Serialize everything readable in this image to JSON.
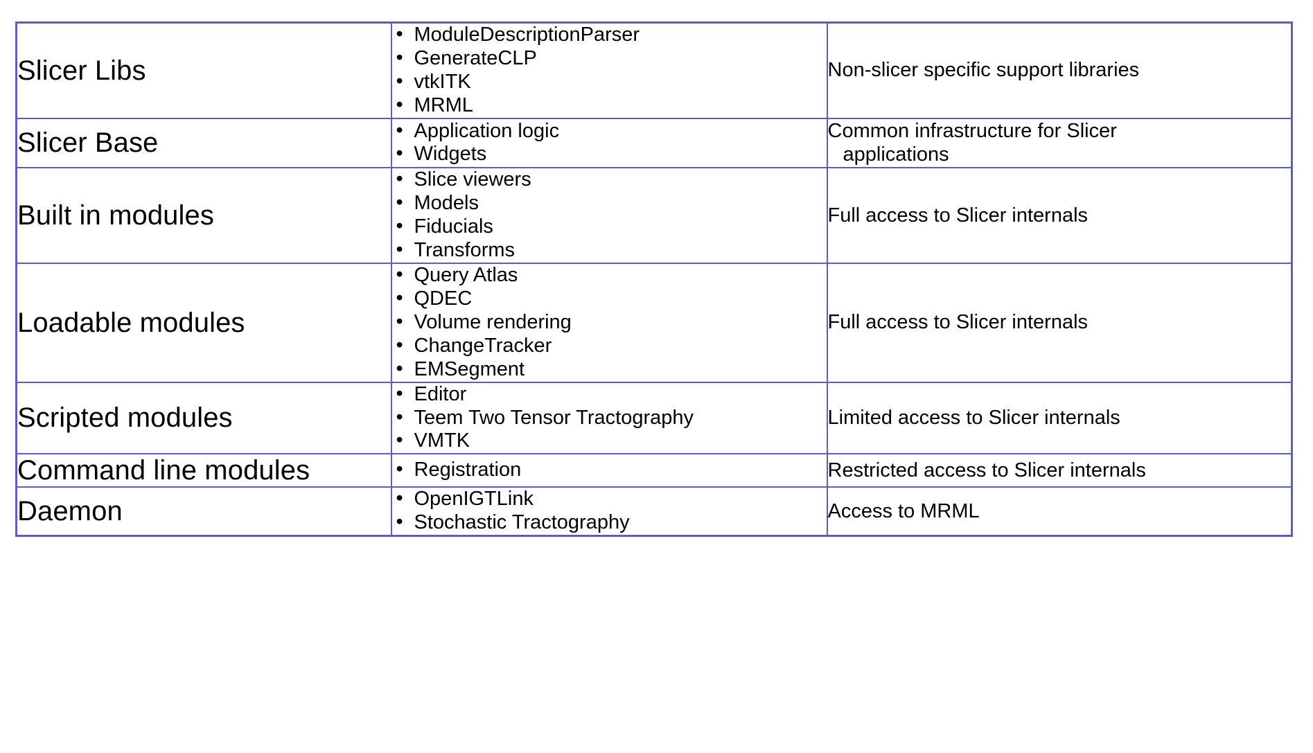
{
  "colors": {
    "border": "#5b5fb5",
    "row_shaded_bg": "#dcdcea",
    "row_plain_bg": "#ffffff",
    "text": "#000000"
  },
  "table": {
    "bullet_glyph": "•",
    "rows": [
      {
        "layer": "Slicer Libs",
        "shaded": true,
        "items": [
          "ModuleDescriptionParser",
          "GenerateCLP",
          "vtkITK",
          "MRML"
        ],
        "access": "Non-slicer specific support libraries",
        "access_cont": ""
      },
      {
        "layer": "Slicer Base",
        "shaded": false,
        "items": [
          "Application logic",
          "Widgets"
        ],
        "access": "Common infrastructure for Slicer",
        "access_cont": "applications"
      },
      {
        "layer": "Built in modules",
        "shaded": true,
        "items": [
          "Slice viewers",
          "Models",
          "Fiducials",
          "Transforms"
        ],
        "access": "Full access to Slicer internals",
        "access_cont": ""
      },
      {
        "layer": "Loadable modules",
        "shaded": false,
        "items": [
          "Query Atlas",
          "QDEC",
          "Volume rendering",
          "ChangeTracker",
          "EMSegment"
        ],
        "access": "Full access to Slicer internals",
        "access_cont": ""
      },
      {
        "layer": "Scripted modules",
        "shaded": true,
        "items": [
          "Editor",
          "Teem Two Tensor Tractography",
          "VMTK"
        ],
        "access": "Limited access to Slicer internals",
        "access_cont": ""
      },
      {
        "layer": "Command line modules",
        "shaded": false,
        "items": [
          "Registration"
        ],
        "access": "Restricted access to Slicer internals",
        "access_cont": ""
      },
      {
        "layer": "Daemon",
        "shaded": true,
        "items": [
          "OpenIGTLink",
          "Stochastic Tractography"
        ],
        "access": "Access to MRML",
        "access_cont": ""
      }
    ]
  }
}
